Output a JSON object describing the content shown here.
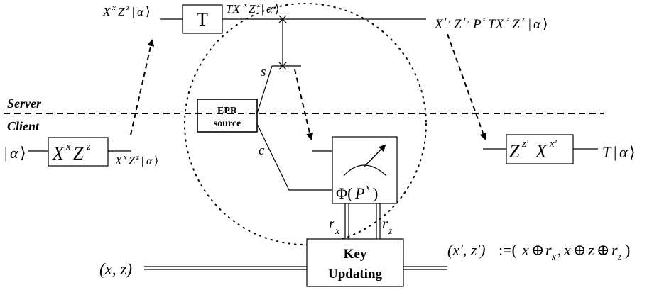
{
  "labels": {
    "top_left_state": "X^x Z^z |α⟩",
    "t_gate": "T",
    "after_t": "TX^x Z^z |α⟩",
    "top_right_state": "X^{r_x} Z^{r_z} P^x TX^x Z^z |α⟩",
    "s": "s",
    "c": "c",
    "server": "Server",
    "client": "Client",
    "epr_line1": "EPR",
    "epr_line2": "source",
    "alpha_in": "|α⟩",
    "xz_box": "X^x Z^z",
    "xz_out": "X^x Z^z |α⟩",
    "correction_box": "Z^{z'} X^{x'}",
    "t_alpha": "T|α⟩",
    "measure_box": "Φ(P^x)",
    "rx": "r_x",
    "rz": "r_z",
    "key_line1": "Key",
    "key_line2": "Updating",
    "key_in": "(x, z)",
    "key_out": "(x', z') := (x ⊕ r_x, x ⊕ z ⊕ r_z)"
  }
}
